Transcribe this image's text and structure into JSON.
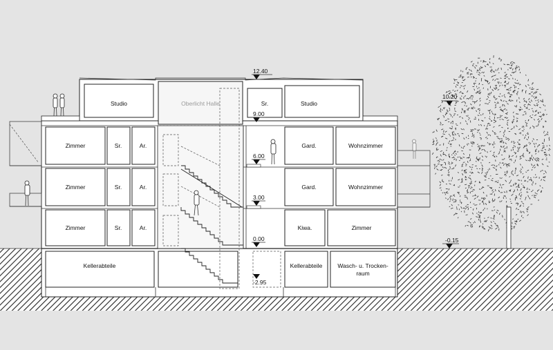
{
  "rooms": {
    "studio_left": "Studio",
    "oberlicht": "Oberlicht Halle",
    "sr_top": "Sr.",
    "studio_right": "Studio",
    "zimmer_2": "Zimmer",
    "sr_2": "Sr.",
    "ar_2": "Ar.",
    "gard_2": "Gard.",
    "wohn_2": "Wohnzimmer",
    "zimmer_1": "Zimmer",
    "sr_1": "Sr.",
    "ar_1": "Ar.",
    "gard_1": "Gard.",
    "wohn_1": "Wohnzimmer",
    "zimmer_0": "Zimmer",
    "sr_0": "Sr.",
    "ar_0": "Ar.",
    "kiwa_0": "Kiwa.",
    "zimmer_0r": "Zimmer",
    "keller_left": "Kellerabteile",
    "keller_right": "Kellerabteile",
    "wasch_line1": "Wasch- u. Trocken-",
    "wasch_line2": "raum"
  },
  "levels": {
    "roof": "12.40",
    "l9": "9.00",
    "l6": "6.00",
    "l3": "3.00",
    "l0": "0.00",
    "basement": "-2.95",
    "tree": "10.20",
    "ground": "-0.15"
  },
  "colors": {
    "background": "#e4e4e4",
    "room_fill": "#ffffff",
    "line": "#222222"
  }
}
